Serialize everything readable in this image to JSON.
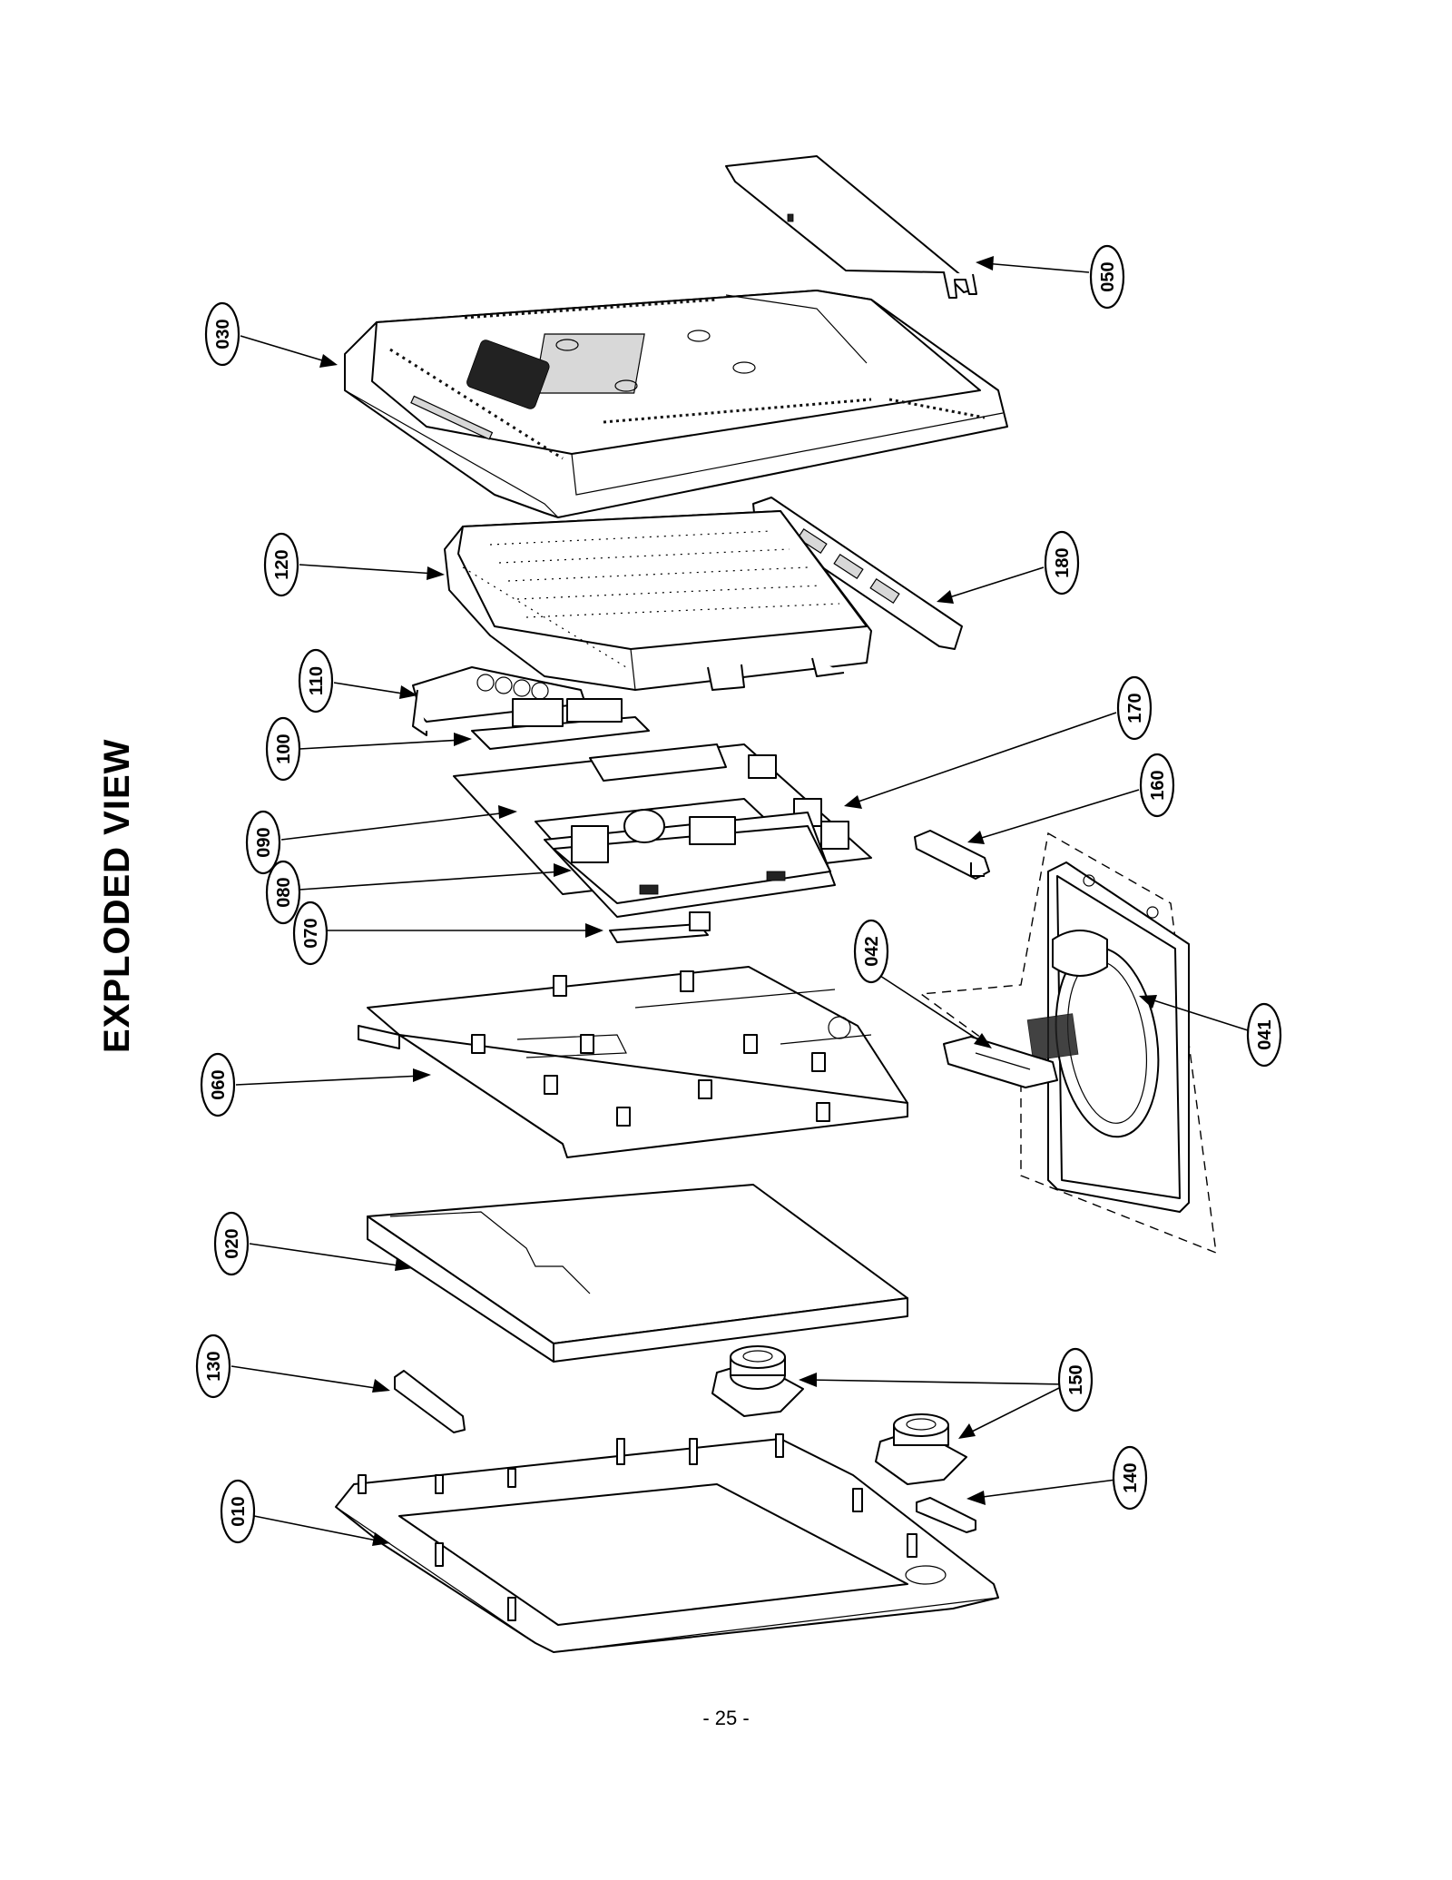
{
  "title": "EXPLODED VIEW",
  "page_number": "- 25 -",
  "callouts": [
    {
      "id": "010",
      "label": "010"
    },
    {
      "id": "020",
      "label": "020"
    },
    {
      "id": "030",
      "label": "030"
    },
    {
      "id": "041",
      "label": "041"
    },
    {
      "id": "042",
      "label": "042"
    },
    {
      "id": "050",
      "label": "050"
    },
    {
      "id": "060",
      "label": "060"
    },
    {
      "id": "070",
      "label": "070"
    },
    {
      "id": "080",
      "label": "080"
    },
    {
      "id": "090",
      "label": "090"
    },
    {
      "id": "100",
      "label": "100"
    },
    {
      "id": "110",
      "label": "110"
    },
    {
      "id": "120",
      "label": "120"
    },
    {
      "id": "130",
      "label": "130"
    },
    {
      "id": "140",
      "label": "140"
    },
    {
      "id": "150",
      "label": "150"
    },
    {
      "id": "160",
      "label": "160"
    },
    {
      "id": "170",
      "label": "170"
    },
    {
      "id": "180",
      "label": "180"
    }
  ]
}
